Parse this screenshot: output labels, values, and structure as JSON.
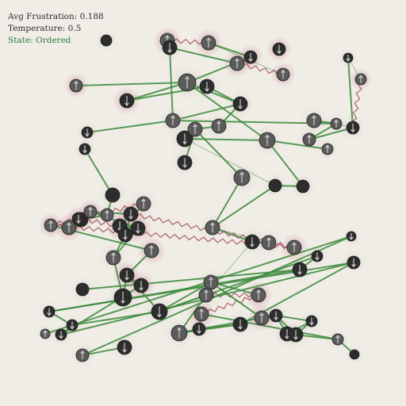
{
  "hud": {
    "frustration_label": "Avg Frustration: 0.188",
    "temperature_label": "Temperature: 0.5",
    "state_label": "State: Ordered"
  },
  "colors": {
    "background": "#f0ede7",
    "satisfied_edge": "#3c8a3c",
    "frustrated_edge": "#a24a55",
    "spin_dark": "#2d2d2d",
    "spin_light": "#5b5b5b",
    "frustrated_glow": "#c98a93",
    "state_text": "#2e7a3a"
  },
  "network": {
    "spins": [
      {
        "id": 0,
        "spin": "neutral",
        "frustrated": false
      },
      {
        "id": 1,
        "spin": "up",
        "frustrated": true
      },
      {
        "id": 2,
        "spin": "up",
        "frustrated": true
      },
      {
        "id": 3,
        "spin": "down",
        "frustrated": true
      },
      {
        "id": 4,
        "spin": "down",
        "frustrated": false
      },
      {
        "id": 5,
        "spin": "down",
        "frustrated": true
      },
      {
        "id": 6,
        "spin": "up",
        "frustrated": true
      },
      {
        "id": 7,
        "spin": "up",
        "frustrated": true
      },
      {
        "id": 8,
        "spin": "up",
        "frustrated": false
      },
      {
        "id": 9,
        "spin": "up",
        "frustrated": true
      },
      {
        "id": 10,
        "spin": "down",
        "frustrated": true
      },
      {
        "id": 11,
        "spin": "down",
        "frustrated": false
      },
      {
        "id": 12,
        "spin": "down",
        "frustrated": false
      },
      {
        "id": 13,
        "spin": "up",
        "frustrated": false
      },
      {
        "id": 14,
        "spin": "down",
        "frustrated": false
      },
      {
        "id": 15,
        "spin": "down",
        "frustrated": false
      },
      {
        "id": 16,
        "spin": "neutral",
        "frustrated": false
      },
      {
        "id": 17,
        "spin": "up",
        "frustrated": false
      },
      {
        "id": 18,
        "spin": "down",
        "frustrated": false
      },
      {
        "id": 19,
        "spin": "up",
        "frustrated": false
      },
      {
        "id": 20,
        "spin": "up",
        "frustrated": false
      },
      {
        "id": 21,
        "spin": "down",
        "frustrated": false
      },
      {
        "id": 22,
        "spin": "down",
        "frustrated": false
      },
      {
        "id": 23,
        "spin": "up",
        "frustrated": true
      },
      {
        "id": 24,
        "spin": "up",
        "frustrated": false
      },
      {
        "id": 25,
        "spin": "up",
        "frustrated": false
      },
      {
        "id": 26,
        "spin": "up",
        "frustrated": false
      },
      {
        "id": 27,
        "spin": "neutral",
        "frustrated": false
      },
      {
        "id": 28,
        "spin": "up",
        "frustrated": false
      },
      {
        "id": 29,
        "spin": "down",
        "frustrated": false
      },
      {
        "id": 30,
        "spin": "up",
        "frustrated": false
      },
      {
        "id": 31,
        "spin": "down",
        "frustrated": false
      },
      {
        "id": 32,
        "spin": "up",
        "frustrated": false
      },
      {
        "id": 33,
        "spin": "neutral",
        "frustrated": false
      },
      {
        "id": 34,
        "spin": "up",
        "frustrated": false
      },
      {
        "id": 35,
        "spin": "down",
        "frustrated": false
      },
      {
        "id": 36,
        "spin": "up",
        "frustrated": false
      },
      {
        "id": 37,
        "spin": "up",
        "frustrated": true
      },
      {
        "id": 38,
        "spin": "up",
        "frustrated": true
      },
      {
        "id": 39,
        "spin": "up",
        "frustrated": true
      },
      {
        "id": 40,
        "spin": "down",
        "frustrated": true
      },
      {
        "id": 41,
        "spin": "up",
        "frustrated": true
      },
      {
        "id": 42,
        "spin": "down",
        "frustrated": true
      },
      {
        "id": 43,
        "spin": "up",
        "frustrated": false
      },
      {
        "id": 44,
        "spin": "down",
        "frustrated": true
      },
      {
        "id": 45,
        "spin": "down",
        "frustrated": false
      },
      {
        "id": 46,
        "spin": "down",
        "frustrated": true
      },
      {
        "id": 47,
        "spin": "up",
        "frustrated": false
      },
      {
        "id": 48,
        "spin": "up",
        "frustrated": true
      },
      {
        "id": 49,
        "spin": "down",
        "frustrated": true
      },
      {
        "id": 50,
        "spin": "down",
        "frustrated": true
      },
      {
        "id": 51,
        "spin": "down",
        "frustrated": false
      },
      {
        "id": 52,
        "spin": "neutral",
        "frustrated": false
      },
      {
        "id": 53,
        "spin": "down",
        "frustrated": false
      },
      {
        "id": 54,
        "spin": "up",
        "frustrated": false
      },
      {
        "id": 55,
        "spin": "up",
        "frustrated": false
      },
      {
        "id": 56,
        "spin": "up",
        "frustrated": true
      },
      {
        "id": 57,
        "spin": "up",
        "frustrated": true
      },
      {
        "id": 58,
        "spin": "down",
        "frustrated": false
      },
      {
        "id": 59,
        "spin": "up",
        "frustrated": false
      },
      {
        "id": 60,
        "spin": "down",
        "frustrated": false
      },
      {
        "id": 61,
        "spin": "up",
        "frustrated": true
      },
      {
        "id": 62,
        "spin": "down",
        "frustrated": false
      },
      {
        "id": 63,
        "spin": "down",
        "frustrated": false
      },
      {
        "id": 64,
        "spin": "down",
        "frustrated": false
      },
      {
        "id": 65,
        "spin": "down",
        "frustrated": false
      },
      {
        "id": 66,
        "spin": "up",
        "frustrated": false
      },
      {
        "id": 67,
        "spin": "neutral",
        "frustrated": false
      },
      {
        "id": 68,
        "spin": "down",
        "frustrated": false
      },
      {
        "id": 69,
        "spin": "down",
        "frustrated": false
      },
      {
        "id": 70,
        "spin": "down",
        "frustrated": false
      },
      {
        "id": 71,
        "spin": "down",
        "frustrated": false
      },
      {
        "id": 72,
        "spin": "down",
        "frustrated": false
      },
      {
        "id": 73,
        "spin": "down",
        "frustrated": false
      },
      {
        "id": 74,
        "spin": "up",
        "frustrated": false
      },
      {
        "id": 75,
        "spin": "down",
        "frustrated": false
      },
      {
        "id": 76,
        "spin": "down",
        "frustrated": false
      },
      {
        "id": 77,
        "spin": "up",
        "frustrated": false
      }
    ],
    "couplings": [
      {
        "a": 1,
        "b": 2,
        "type": "frustrated"
      },
      {
        "a": 1,
        "b": 4,
        "type": "satisfied"
      },
      {
        "a": 2,
        "b": 5,
        "type": "satisfied"
      },
      {
        "a": 5,
        "b": 6,
        "type": "frustrated"
      },
      {
        "a": 5,
        "b": 8,
        "type": "satisfied"
      },
      {
        "a": 6,
        "b": 7,
        "type": "frustrated"
      },
      {
        "a": 8,
        "b": 10,
        "type": "satisfied"
      },
      {
        "a": 8,
        "b": 9,
        "type": "satisfied"
      },
      {
        "a": 10,
        "b": 11,
        "type": "satisfied"
      },
      {
        "a": 11,
        "b": 12,
        "type": "satisfied"
      },
      {
        "a": 8,
        "b": 12,
        "type": "satisfied"
      },
      {
        "a": 12,
        "b": 13,
        "type": "satisfied"
      },
      {
        "a": 13,
        "b": 14,
        "type": "satisfied"
      },
      {
        "a": 15,
        "b": 16,
        "type": "satisfied"
      },
      {
        "a": 16,
        "b": 17,
        "type": "satisfied"
      },
      {
        "a": 17,
        "b": 18,
        "type": "satisfied"
      },
      {
        "a": 13,
        "b": 4,
        "type": "satisfied"
      },
      {
        "a": 4,
        "b": 6,
        "type": "satisfied"
      },
      {
        "a": 19,
        "b": 20,
        "type": "satisfied"
      },
      {
        "a": 20,
        "b": 13,
        "type": "satisfied"
      },
      {
        "a": 21,
        "b": 20,
        "type": "weak"
      },
      {
        "a": 21,
        "b": 22,
        "type": "satisfied"
      },
      {
        "a": 23,
        "b": 21,
        "type": "frustrated"
      },
      {
        "a": 23,
        "b": 22,
        "type": "weak"
      },
      {
        "a": 24,
        "b": 20,
        "type": "satisfied"
      },
      {
        "a": 24,
        "b": 21,
        "type": "satisfied"
      },
      {
        "a": 25,
        "b": 26,
        "type": "satisfied"
      },
      {
        "a": 26,
        "b": 27,
        "type": "satisfied"
      },
      {
        "a": 26,
        "b": 29,
        "type": "satisfied"
      },
      {
        "a": 28,
        "b": 30,
        "type": "satisfied"
      },
      {
        "a": 31,
        "b": 30,
        "type": "satisfied"
      },
      {
        "a": 30,
        "b": 32,
        "type": "satisfied"
      },
      {
        "a": 33,
        "b": 34,
        "type": "satisfied"
      },
      {
        "a": 34,
        "b": 35,
        "type": "satisfied"
      },
      {
        "a": 35,
        "b": 36,
        "type": "satisfied"
      },
      {
        "a": 37,
        "b": 38,
        "type": "frustrated"
      },
      {
        "a": 38,
        "b": 39,
        "type": "frustrated"
      },
      {
        "a": 39,
        "b": 40,
        "type": "frustrated"
      },
      {
        "a": 40,
        "b": 41,
        "type": "frustrated"
      },
      {
        "a": 41,
        "b": 42,
        "type": "satisfied"
      },
      {
        "a": 37,
        "b": 42,
        "type": "frustrated"
      },
      {
        "a": 38,
        "b": 43,
        "type": "frustrated"
      },
      {
        "a": 43,
        "b": 42,
        "type": "frustrated"
      },
      {
        "a": 40,
        "b": 44,
        "type": "frustrated"
      },
      {
        "a": 42,
        "b": 44,
        "type": "satisfied"
      },
      {
        "a": 42,
        "b": 45,
        "type": "satisfied"
      },
      {
        "a": 44,
        "b": 46,
        "type": "satisfied"
      },
      {
        "a": 45,
        "b": 47,
        "type": "satisfied"
      },
      {
        "a": 46,
        "b": 47,
        "type": "satisfied"
      },
      {
        "a": 38,
        "b": 48,
        "type": "satisfied"
      },
      {
        "a": 47,
        "b": 51,
        "type": "satisfied"
      },
      {
        "a": 48,
        "b": 49,
        "type": "satisfied"
      },
      {
        "a": 49,
        "b": 50,
        "type": "satisfied"
      },
      {
        "a": 51,
        "b": 49,
        "type": "satisfied"
      },
      {
        "a": 49,
        "b": 53,
        "type": "satisfied"
      },
      {
        "a": 53,
        "b": 54,
        "type": "satisfied"
      },
      {
        "a": 53,
        "b": 55,
        "type": "satisfied"
      },
      {
        "a": 55,
        "b": 56,
        "type": "frustrated"
      },
      {
        "a": 56,
        "b": 57,
        "type": "frustrated"
      },
      {
        "a": 56,
        "b": 54,
        "type": "satisfied"
      },
      {
        "a": 57,
        "b": 58,
        "type": "satisfied"
      },
      {
        "a": 58,
        "b": 59,
        "type": "satisfied"
      },
      {
        "a": 58,
        "b": 60,
        "type": "satisfied"
      },
      {
        "a": 54,
        "b": 61,
        "type": "satisfied"
      },
      {
        "a": 61,
        "b": 62,
        "type": "satisfied"
      },
      {
        "a": 62,
        "b": 63,
        "type": "satisfied"
      },
      {
        "a": 62,
        "b": 64,
        "type": "satisfied"
      },
      {
        "a": 63,
        "b": 64,
        "type": "satisfied"
      },
      {
        "a": 63,
        "b": 65,
        "type": "satisfied"
      },
      {
        "a": 64,
        "b": 66,
        "type": "satisfied"
      },
      {
        "a": 66,
        "b": 67,
        "type": "satisfied"
      },
      {
        "a": 52,
        "b": 68,
        "type": "satisfied"
      },
      {
        "a": 68,
        "b": 69,
        "type": "satisfied"
      },
      {
        "a": 70,
        "b": 71,
        "type": "satisfied"
      },
      {
        "a": 71,
        "b": 72,
        "type": "satisfied"
      },
      {
        "a": 72,
        "b": 73,
        "type": "satisfied"
      },
      {
        "a": 74,
        "b": 75,
        "type": "satisfied"
      },
      {
        "a": 75,
        "b": 77,
        "type": "satisfied"
      },
      {
        "a": 76,
        "b": 77,
        "type": "satisfied"
      },
      {
        "a": 57,
        "b": 66,
        "type": "satisfied"
      },
      {
        "a": 32,
        "b": 34,
        "type": "satisfied"
      },
      {
        "a": 34,
        "b": 36,
        "type": "weak"
      },
      {
        "a": 27,
        "b": 33,
        "type": "satisfied"
      },
      {
        "a": 55,
        "b": 59,
        "type": "satisfied"
      },
      {
        "a": 29,
        "b": 33,
        "type": "weak"
      },
      {
        "a": 8,
        "b": 26,
        "type": "satisfied"
      },
      {
        "a": 12,
        "b": 28,
        "type": "satisfied"
      },
      {
        "a": 41,
        "b": 46,
        "type": "satisfied"
      },
      {
        "a": 35,
        "b": 55,
        "type": "weak"
      },
      {
        "a": 53,
        "b": 69,
        "type": "satisfied"
      },
      {
        "a": 68,
        "b": 71,
        "type": "satisfied"
      },
      {
        "a": 70,
        "b": 60,
        "type": "satisfied"
      },
      {
        "a": 65,
        "b": 62,
        "type": "satisfied"
      },
      {
        "a": 2,
        "b": 7,
        "type": "weak"
      },
      {
        "a": 50,
        "b": 73,
        "type": "satisfied"
      },
      {
        "a": 72,
        "b": 53,
        "type": "satisfied"
      },
      {
        "a": 58,
        "b": 62,
        "type": "satisfied"
      },
      {
        "a": 59,
        "b": 60,
        "type": "satisfied"
      },
      {
        "a": 70,
        "b": 73,
        "type": "satisfied"
      }
    ]
  }
}
